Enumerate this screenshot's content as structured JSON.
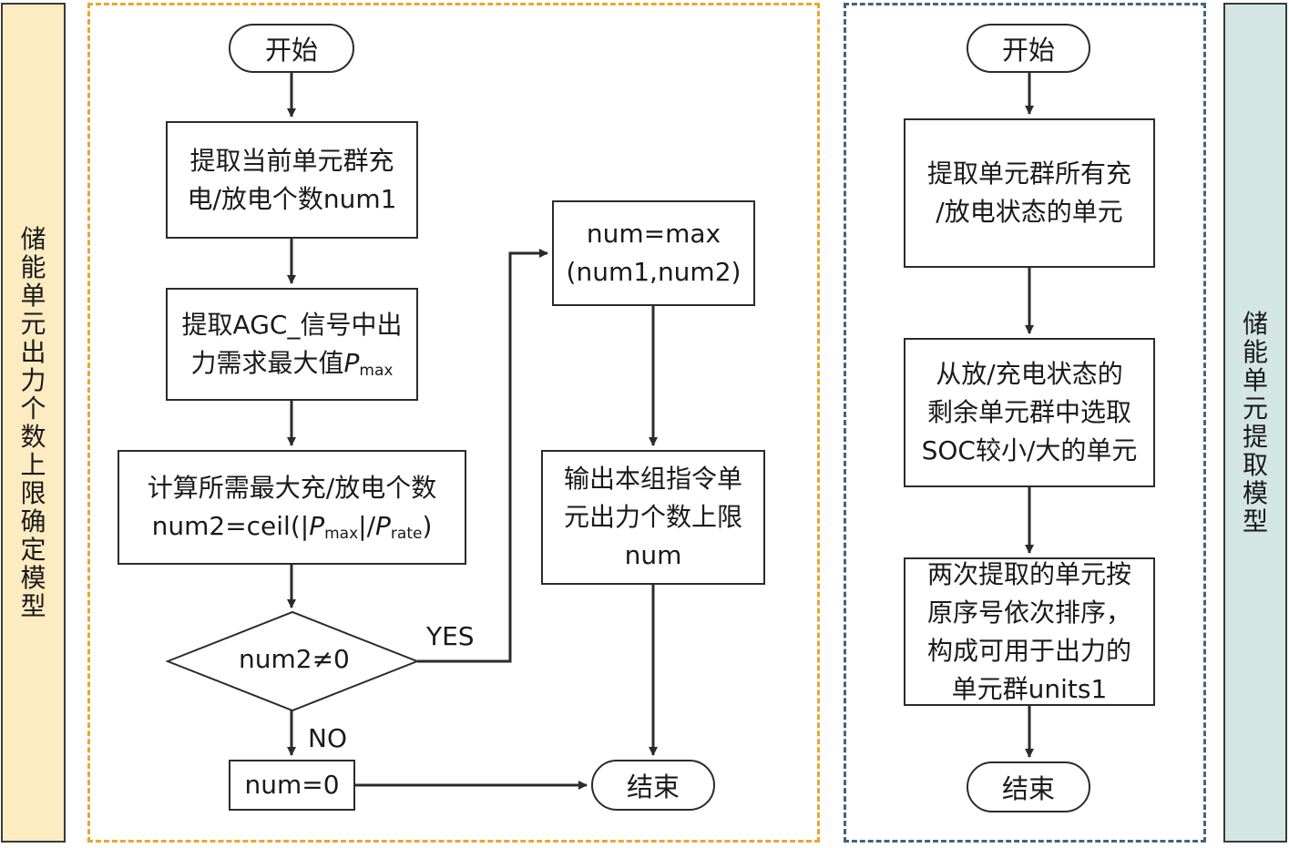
{
  "colors": {
    "left_tab": "#fdebc2",
    "right_tab": "#d4e6e3",
    "left_border": "#e9a630",
    "right_border": "#3f6777",
    "stroke": "#2b2b2b"
  },
  "left_tab_label": "储能单元出力个数上限确定模型",
  "right_tab_label": "储能单元提取模型",
  "left_flow": {
    "start": "开始",
    "step1_line1": "提取当前单元群充",
    "step1_line2": "电/放电个数num1",
    "step2_line1": "提取AGC_信号中出",
    "step2_line2_text": "力需求最大值",
    "step2_var": "P",
    "step2_sub": "max",
    "step3_line1": "计算所需最大充/放电个数",
    "step3_prefix": "num2=ceil(|",
    "step3_p1": "P",
    "step3_sub1": "max",
    "step3_mid": "|/",
    "step3_p2": "P",
    "step3_sub2": "rate",
    "step3_suffix": ")",
    "decision": "num2≠0",
    "yes": "YES",
    "no": "NO",
    "zero_box": "num=0",
    "max_line1": "num=max",
    "max_line2": "(num1,num2)",
    "output_line1": "输出本组指令单",
    "output_line2": "元出力个数上限",
    "output_line3": "num",
    "end": "结束"
  },
  "right_flow": {
    "start": "开始",
    "step1_line1": "提取单元群所有充",
    "step1_line2": "/放电状态的单元",
    "step2_line1": "从放/充电状态的",
    "step2_line2": "剩余单元群中选取",
    "step2_line3": "SOC较小/大的单元",
    "step3_line1": "两次提取的单元按",
    "step3_line2": "原序号依次排序，",
    "step3_line3": "构成可用于出力的",
    "step3_line4": "单元群units1",
    "end": "结束"
  }
}
